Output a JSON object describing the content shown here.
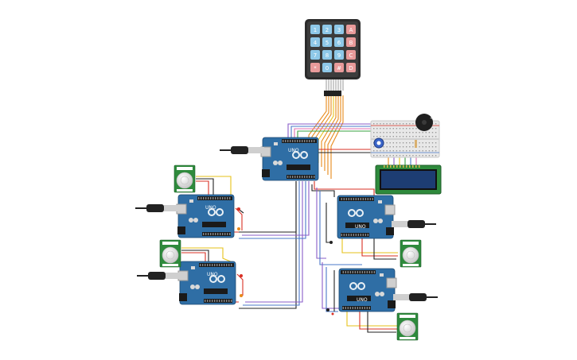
{
  "keypad": {
    "keys": [
      [
        "1",
        "2",
        "3",
        "A"
      ],
      [
        "4",
        "5",
        "6",
        "B"
      ],
      [
        "7",
        "8",
        "9",
        "C"
      ],
      [
        "*",
        "0",
        "#",
        "D"
      ]
    ],
    "num_key_color": "#8ec8e8",
    "letter_key_color": "#e89a9a"
  },
  "arduino": {
    "label": "UNO",
    "board_color": "#2f6ea5"
  },
  "lcd": {
    "screen_color": "#1d3d73",
    "frame_color": "#2e8a3c"
  },
  "pir_sensor": {
    "board_color": "#2e8a3c",
    "dome_color": "#e6e6e6"
  },
  "wire_colors": {
    "red": "#d93025",
    "black": "#222222",
    "yellow": "#e6c21a",
    "orange": "#e88a1a",
    "purple": "#8a5cc8",
    "blue": "#4a78c8",
    "pink": "#e070b0",
    "green": "#3aa040"
  }
}
